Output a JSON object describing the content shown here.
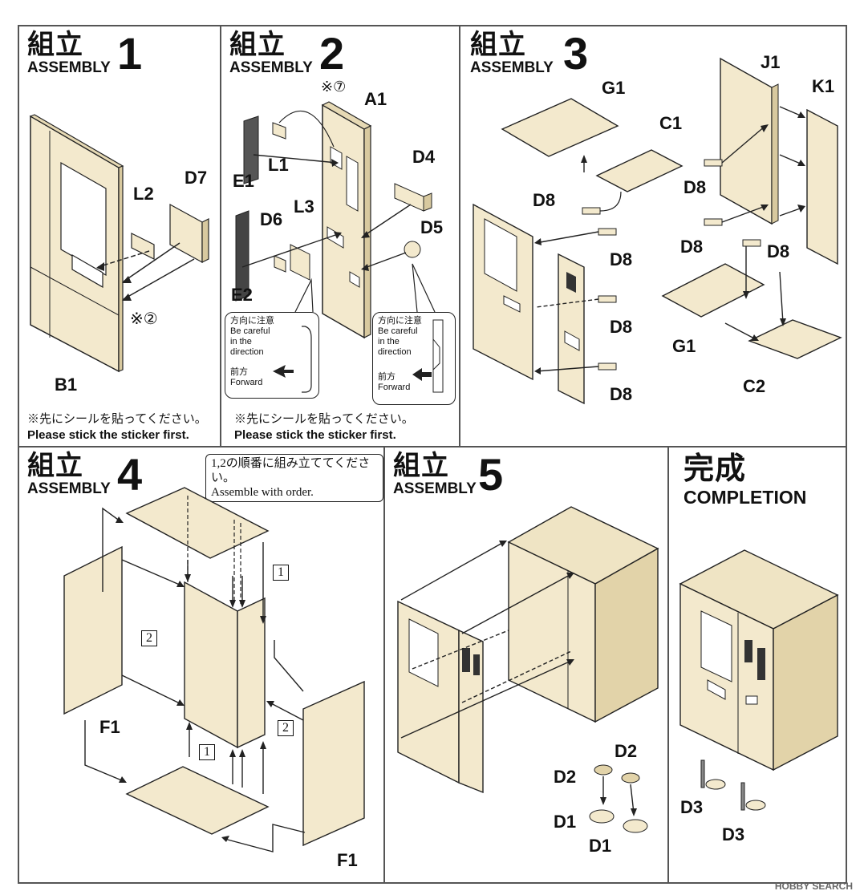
{
  "colors": {
    "part_fill": "#f3e9cd",
    "line": "#222222",
    "border": "#555555"
  },
  "steps": [
    {
      "jp": "組立",
      "en": "ASSEMBLY",
      "num": "1",
      "parts": [
        "L2",
        "D7",
        "B1"
      ],
      "ref": "※②",
      "note_jp": "※先にシールを貼ってください。",
      "note_en": "Please stick the sticker first."
    },
    {
      "jp": "組立",
      "en": "ASSEMBLY",
      "num": "2",
      "parts": [
        "A1",
        "E1",
        "L1",
        "D4",
        "D6",
        "L3",
        "D5",
        "E2"
      ],
      "ref": "※⑦",
      "callout_left": {
        "jp": "方向に注意",
        "en1": "Be careful",
        "en2": "in the",
        "en3": "direction",
        "fw_jp": "前方",
        "fw_en": "Forward"
      },
      "callout_right": {
        "jp": "方向に注意",
        "en1": "Be careful",
        "en2": "in the",
        "en3": "direction",
        "fw_jp": "前方",
        "fw_en": "Forward"
      },
      "note_jp": "※先にシールを貼ってください。",
      "note_en": "Please stick the sticker first."
    },
    {
      "jp": "組立",
      "en": "ASSEMBLY",
      "num": "3",
      "parts": [
        "G1",
        "C1",
        "J1",
        "K1",
        "D8",
        "D8",
        "D8",
        "D8",
        "D8",
        "D8",
        "D8",
        "G1",
        "C2"
      ]
    },
    {
      "jp": "組立",
      "en": "ASSEMBLY",
      "num": "4",
      "order_jp": "1,2の順番に組み立ててください。",
      "order_en": "Assemble with order.",
      "parts": [
        "F1",
        "F1"
      ],
      "marks": [
        "1",
        "2",
        "2",
        "1"
      ]
    },
    {
      "jp": "組立",
      "en": "ASSEMBLY",
      "num": "5",
      "parts": [
        "D2",
        "D2",
        "D1",
        "D1"
      ]
    },
    {
      "jp": "完成",
      "en": "COMPLETION",
      "parts": [
        "D3",
        "D3"
      ]
    }
  ],
  "footer": "HOBBY SEARCH"
}
